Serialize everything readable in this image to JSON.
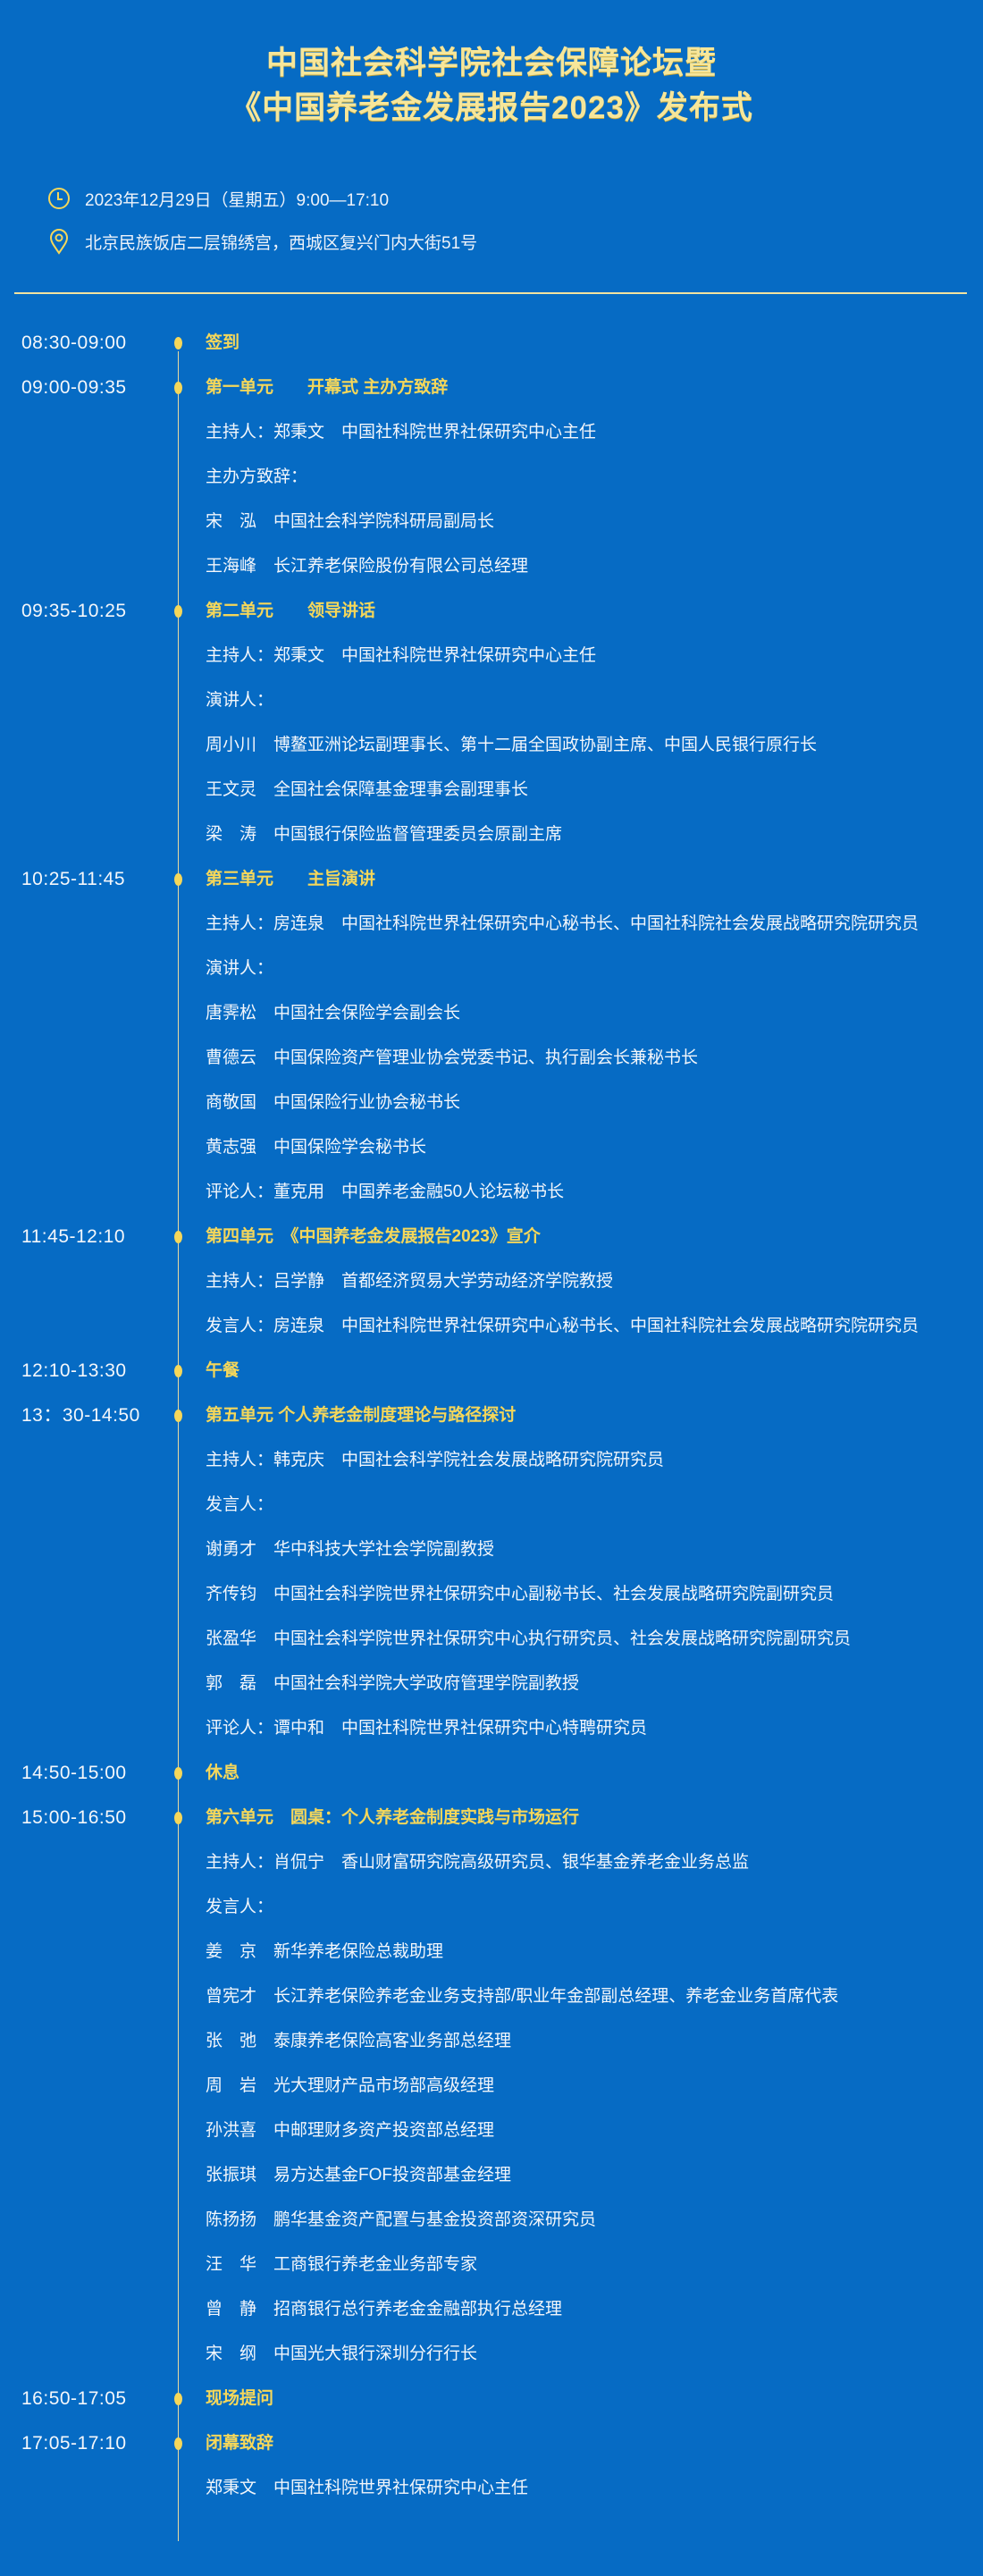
{
  "header": {
    "title_line1": "中国社会科学院社会保障论坛暨",
    "title_line2": "《中国养老金发展报告2023》发布式",
    "date": "2023年12月29日（星期五）9:00—17:10",
    "address": "北京民族饭店二层锦绣宫，西城区复兴门内大街51号",
    "date_icon": "clock-icon",
    "address_icon": "location-pin-icon"
  },
  "colors": {
    "background": "#066bc4",
    "accent": "#f5d75a"
  },
  "schedule": [
    {
      "time": "08:30-09:00",
      "text": "签到",
      "session": true
    },
    {
      "time": "09:00-09:35",
      "text": "第一单元　　开幕式 主办方致辞",
      "session": true
    },
    {
      "text": "主持人：郑秉文　中国社科院世界社保研究中心主任"
    },
    {
      "text": "主办方致辞："
    },
    {
      "text": "宋　泓　中国社会科学院科研局副局长"
    },
    {
      "text": "王海峰　长江养老保险股份有限公司总经理"
    },
    {
      "time": "09:35-10:25",
      "text": "第二单元　　领导讲话",
      "session": true
    },
    {
      "text": "主持人：郑秉文　中国社科院世界社保研究中心主任"
    },
    {
      "text": "演讲人："
    },
    {
      "text": "周小川　博鳌亚洲论坛副理事长、第十二届全国政协副主席、中国人民银行原行长"
    },
    {
      "text": "王文灵　全国社会保障基金理事会副理事长"
    },
    {
      "text": "梁　涛　中国银行保险监督管理委员会原副主席"
    },
    {
      "time": "10:25-11:45",
      "text": "第三单元　　主旨演讲",
      "session": true
    },
    {
      "text": "主持人：房连泉　中国社科院世界社保研究中心秘书长、中国社科院社会发展战略研究院研究员"
    },
    {
      "text": "演讲人："
    },
    {
      "text": "唐霁松　中国社会保险学会副会长"
    },
    {
      "text": "曹德云　中国保险资产管理业协会党委书记、执行副会长兼秘书长"
    },
    {
      "text": "商敬国　中国保险行业协会秘书长"
    },
    {
      "text": "黄志强　中国保险学会秘书长"
    },
    {
      "text": "评论人：董克用　中国养老金融50人论坛秘书长"
    },
    {
      "time": "11:45-12:10",
      "text": "第四单元　《中国养老金发展报告2023》宣介",
      "session": true
    },
    {
      "text": "主持人：吕学静　首都经济贸易大学劳动经济学院教授"
    },
    {
      "text": "发言人：房连泉　中国社科院世界社保研究中心秘书长、中国社科院社会发展战略研究院研究员"
    },
    {
      "time": "12:10-13:30",
      "text": "午餐",
      "session": true
    },
    {
      "time": "13：30-14:50",
      "text": "第五单元 个人养老金制度理论与路径探讨",
      "session": true
    },
    {
      "text": "主持人：韩克庆　中国社会科学院社会发展战略研究院研究员"
    },
    {
      "text": "发言人："
    },
    {
      "text": "谢勇才　华中科技大学社会学院副教授"
    },
    {
      "text": "齐传钧　中国社会科学院世界社保研究中心副秘书长、社会发展战略研究院副研究员"
    },
    {
      "text": "张盈华　中国社会科学院世界社保研究中心执行研究员、社会发展战略研究院副研究员"
    },
    {
      "text": "郭　磊　中国社会科学院大学政府管理学院副教授"
    },
    {
      "text": "评论人：谭中和　中国社科院世界社保研究中心特聘研究员"
    },
    {
      "time": "14:50-15:00",
      "text": "休息",
      "session": true
    },
    {
      "time": "15:00-16:50",
      "text": "第六单元　圆桌：个人养老金制度实践与市场运行",
      "session": true
    },
    {
      "text": "主持人：肖侃宁　香山财富研究院高级研究员、银华基金养老金业务总监"
    },
    {
      "text": "发言人："
    },
    {
      "text": "姜　京　新华养老保险总裁助理"
    },
    {
      "text": "曾宪才　长江养老保险养老金业务支持部/职业年金部副总经理、养老金业务首席代表"
    },
    {
      "text": "张　弛　泰康养老保险高客业务部总经理"
    },
    {
      "text": "周　岩　光大理财产品市场部高级经理"
    },
    {
      "text": "孙洪喜　中邮理财多资产投资部总经理"
    },
    {
      "text": "张振琪　易方达基金FOF投资部基金经理"
    },
    {
      "text": "陈扬扬　鹏华基金资产配置与基金投资部资深研究员"
    },
    {
      "text": "汪　华　工商银行养老金业务部专家"
    },
    {
      "text": "曾　静　招商银行总行养老金金融部执行总经理"
    },
    {
      "text": "宋　纲　中国光大银行深圳分行行长"
    },
    {
      "time": "16:50-17:05",
      "text": "现场提问",
      "session": true
    },
    {
      "time": "17:05-17:10",
      "text": "闭幕致辞",
      "session": true
    },
    {
      "text": "郑秉文　中国社科院世界社保研究中心主任"
    }
  ]
}
